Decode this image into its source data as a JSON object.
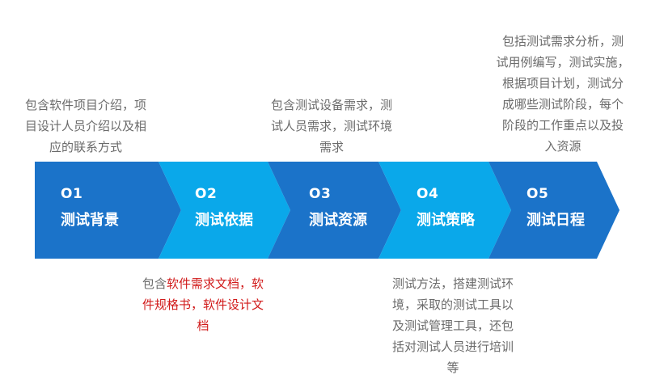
{
  "colors": {
    "dark_blue": "#1b73c9",
    "light_blue": "#0aa8ea",
    "text_gray": "#6b6b6b",
    "highlight_red": "#d11a1a",
    "label_white": "#ffffff"
  },
  "steps": [
    {
      "num": "O1",
      "title": "测试背景",
      "color": "dark_blue",
      "desc_lines": [
        "包含软件项目介绍，项",
        "目设计人员介绍以及相",
        "应的联系方式"
      ]
    },
    {
      "num": "O2",
      "title": "测试依据",
      "color": "light_blue",
      "desc_line1_plain": "包含",
      "desc_line1_red": "软件需求文档，软",
      "desc_line2_red": "件规格书，软件设计文",
      "desc_line3_red": "档"
    },
    {
      "num": "O3",
      "title": "测试资源",
      "color": "dark_blue",
      "desc_lines": [
        "包含测试设备需求，测",
        "试人员需求，测试环境",
        "需求"
      ]
    },
    {
      "num": "O4",
      "title": "测试策略",
      "color": "light_blue",
      "desc_lines": [
        "测试方法，搭建测试环",
        "境，采取的测试工具以",
        "及测试管理工具，还包",
        "括对测试人员进行培训",
        "等"
      ]
    },
    {
      "num": "O5",
      "title": "测试日程",
      "color": "dark_blue",
      "desc_lines": [
        "包括测试需求分析，测",
        "试用例编写，测试实施，",
        "根据项目计划，测试分",
        "成哪些测试阶段，每个",
        "阶段的工作重点以及投",
        "入资源"
      ]
    }
  ]
}
